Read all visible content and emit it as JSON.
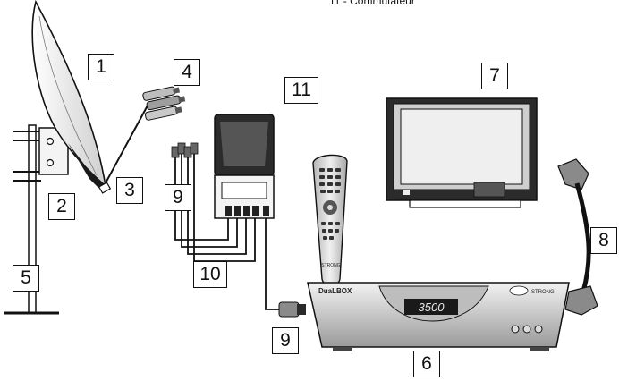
{
  "header": {
    "caption": "11 - Commutateur"
  },
  "callouts": {
    "c1": "1",
    "c2": "2",
    "c3": "3",
    "c4": "4",
    "c5": "5",
    "c6": "6",
    "c7": "7",
    "c8": "8",
    "c9a": "9",
    "c9b": "9",
    "c10": "10",
    "c11": "11"
  },
  "receiver": {
    "brand": "DuaLBOX",
    "display": "3500",
    "logo": "STRONG"
  },
  "remote": {
    "logo": "STRONG"
  },
  "colors": {
    "line": "#111111",
    "dark_fill": "#2b2b2b",
    "mid_fill": "#8a8a8a",
    "light_fill": "#d9d9d9"
  }
}
